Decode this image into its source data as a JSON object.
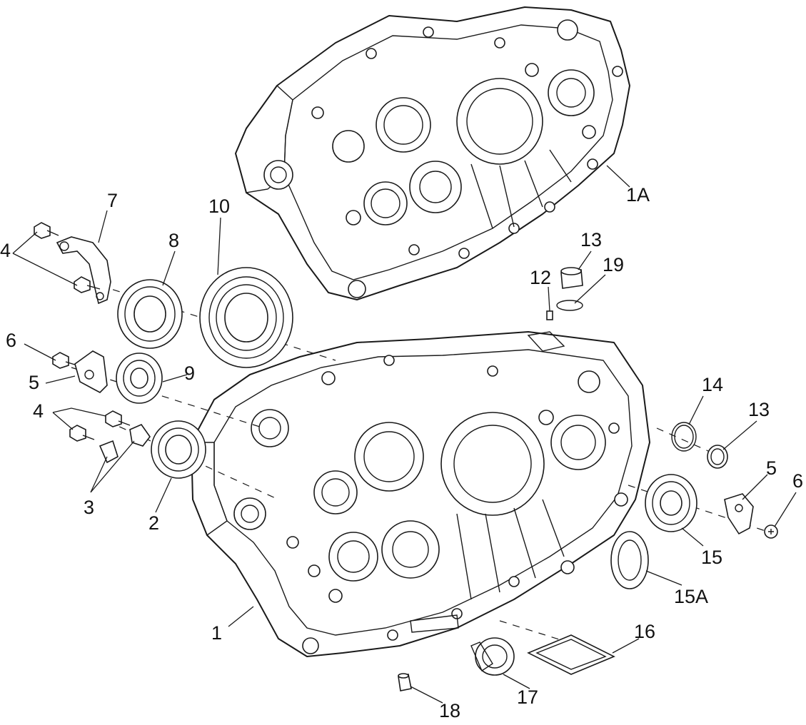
{
  "callouts": {
    "c1": "1",
    "c1A": "1A",
    "c2": "2",
    "c3": "3",
    "c4a": "4",
    "c4b": "4",
    "c5a": "5",
    "c5b": "5",
    "c6a": "6",
    "c6b": "6",
    "c7": "7",
    "c8": "8",
    "c9": "9",
    "c10": "10",
    "c12": "12",
    "c13a": "13",
    "c13b": "13",
    "c14": "14",
    "c15": "15",
    "c15A": "15A",
    "c16": "16",
    "c17": "17",
    "c18": "18",
    "c19": "19"
  }
}
